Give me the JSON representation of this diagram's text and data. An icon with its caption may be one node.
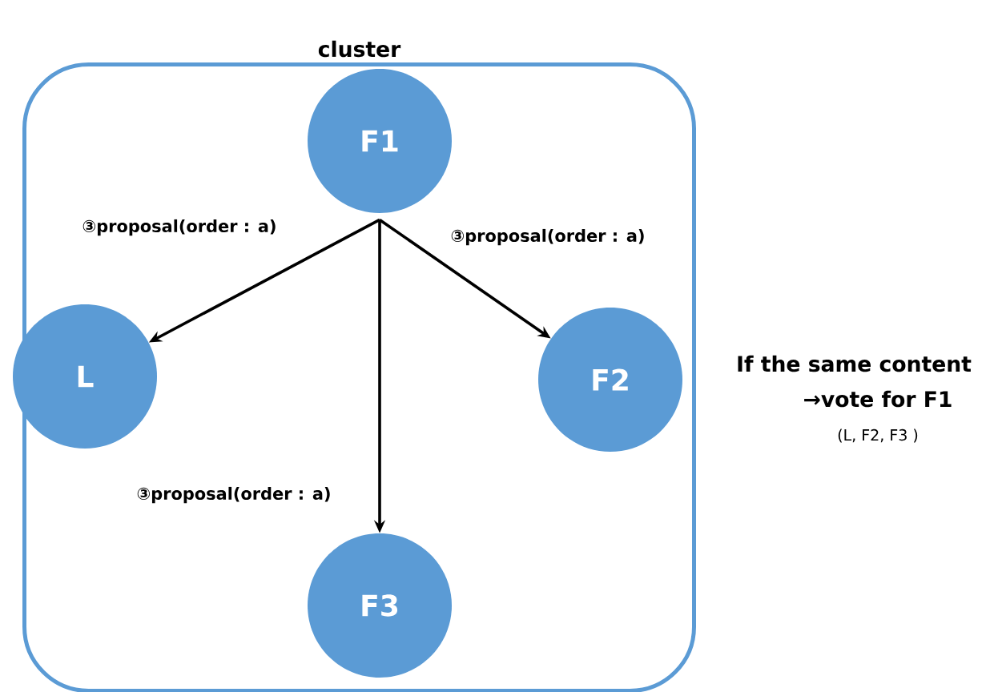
{
  "diagram": {
    "nodes": [
      {
        "text": [
          "cluster"
        ]
      },
      {
        "text": [
          "F1"
        ],
        "in": 0
      },
      {
        "text": [
          "L"
        ],
        "in": 0
      },
      {
        "text": [
          "F2"
        ],
        "in": 0
      },
      {
        "text": [
          "F3"
        ],
        "in": 0
      }
    ],
    "edges": [
      {
        "from": 1,
        "to": 2,
        "arrow": "to",
        "label": "③proposal(order : a)"
      },
      {
        "from": 1,
        "to": 3,
        "arrow": "to",
        "label": "③proposal(order : a)"
      },
      {
        "from": 1,
        "to": 4,
        "arrow": "to",
        "label": "③proposal(order : a)"
      }
    ],
    "labels": [
      "If the same content",
      "→vote for F1",
      "(L, F2, F3 )"
    ]
  }
}
